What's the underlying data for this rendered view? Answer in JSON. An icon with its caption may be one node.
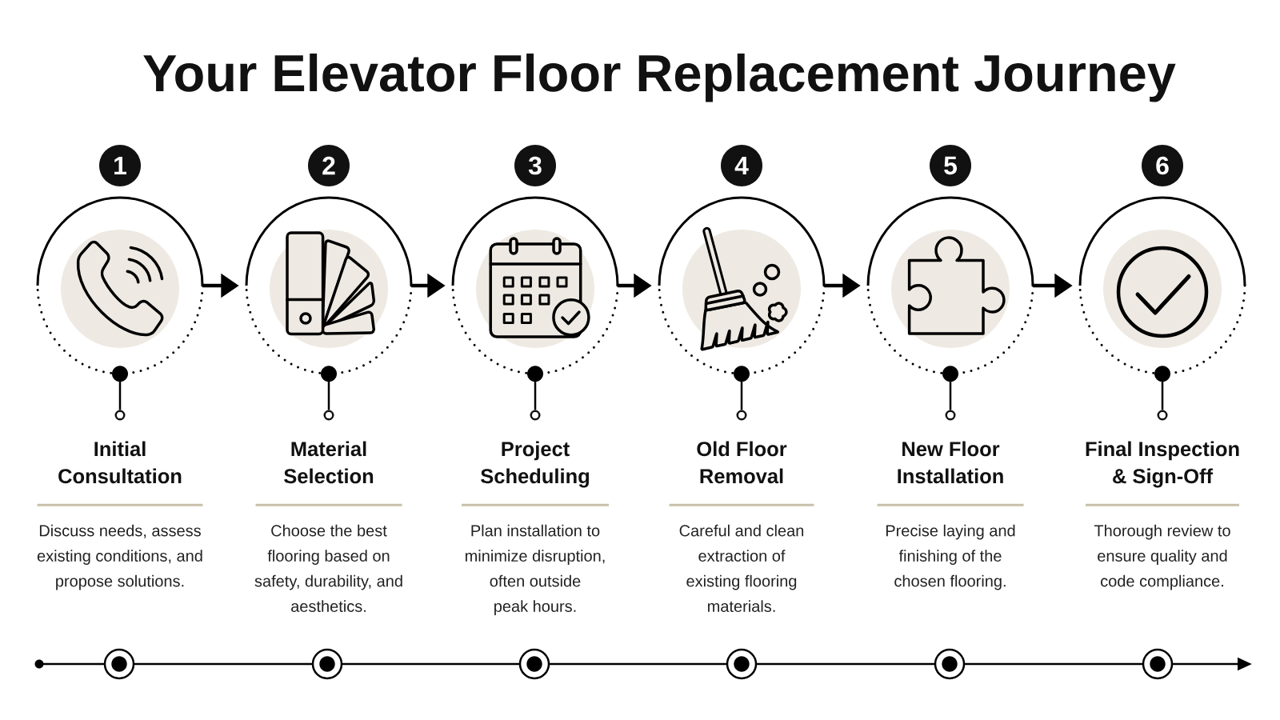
{
  "diagram": {
    "title": "Your Elevator Floor Replacement Journey",
    "nodes": [
      {
        "text": [
          "1"
        ]
      },
      {
        "text": [],
        "shape": "circle"
      },
      {
        "text": [],
        "shape": "circle"
      },
      {
        "text": [
          "Initial Consultation",
          "Discuss needs, assess existing conditions, and propose solutions."
        ]
      },
      {
        "text": [
          "2"
        ]
      },
      {
        "text": [],
        "shape": "circle"
      },
      {
        "text": [],
        "shape": "circle"
      },
      {
        "text": [
          "Material Selection",
          "Choose the best flooring based on safety, durability, and aesthetics."
        ]
      },
      {
        "text": [
          "3"
        ]
      },
      {
        "text": [],
        "shape": "circle"
      },
      {
        "text": [],
        "shape": "circle"
      },
      {
        "text": [
          "Project Scheduling",
          "Plan installation to minimize disruption, often outside peak hours."
        ]
      },
      {
        "text": [
          "4"
        ]
      },
      {
        "text": [],
        "shape": "circle"
      },
      {
        "text": [],
        "shape": "circle"
      },
      {
        "text": [
          "Old Floor Removal",
          "Careful and clean extraction of existing flooring materials."
        ]
      },
      {
        "text": [
          "5"
        ]
      },
      {
        "text": [],
        "shape": "circle"
      },
      {
        "text": [],
        "shape": "circle"
      },
      {
        "text": [
          "New Floor Installation",
          "Precise laying and finishing of the chosen flooring."
        ]
      },
      {
        "text": [
          "6"
        ]
      },
      {
        "text": [],
        "shape": "circle"
      },
      {
        "text": [],
        "shape": "circle"
      },
      {
        "text": [
          "Final Inspection & Sign-Off",
          "Thorough review to ensure quality and code compliance."
        ]
      }
    ],
    "edges": [
      {
        "from": 1,
        "to": 2,
        "arrow": "other"
      },
      {
        "from": 1,
        "to": 5,
        "arrow": "to"
      },
      {
        "from": 5,
        "to": 6,
        "arrow": "other"
      },
      {
        "from": 5,
        "to": 9,
        "arrow": "to"
      },
      {
        "from": 9,
        "to": 10,
        "arrow": "other"
      },
      {
        "from": 9,
        "to": 13,
        "arrow": "to"
      },
      {
        "from": 13,
        "to": 14,
        "arrow": "other"
      },
      {
        "from": 13,
        "to": 17,
        "arrow": "to"
      },
      {
        "from": 17,
        "to": 18,
        "arrow": "other"
      },
      {
        "from": 17,
        "to": 21,
        "arrow": "to"
      },
      {
        "from": 21,
        "to": 22,
        "arrow": "other"
      }
    ]
  }
}
